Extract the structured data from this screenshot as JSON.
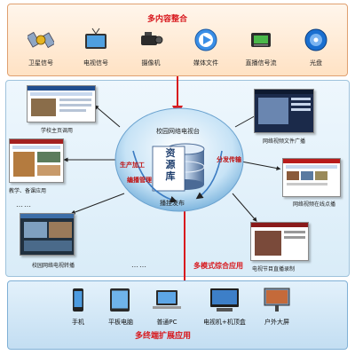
{
  "top": {
    "title": "多内容整合",
    "sources": [
      {
        "label": "卫星信号",
        "icon": "satellite-icon"
      },
      {
        "label": "电视信号",
        "icon": "tv-signal-icon"
      },
      {
        "label": "摄像机",
        "icon": "video-camera-icon"
      },
      {
        "label": "媒体文件",
        "icon": "media-file-icon"
      },
      {
        "label": "直播信号流",
        "icon": "live-stream-icon"
      },
      {
        "label": "光盘",
        "icon": "disc-icon"
      }
    ]
  },
  "center": {
    "platform": "校园网络电视台",
    "storage_chars": [
      "资",
      "源",
      "库"
    ],
    "produce": "生产加工",
    "edit": "编播管理",
    "distribute": "分发传输",
    "monitor_pre": "播控发布",
    "monitor": "播控发布"
  },
  "screens": {
    "tl": "学校主页调用",
    "ml": "教学、备课应用",
    "bl": "校园网络电视转播",
    "tr": "网络视频文件广播",
    "mr": "网络视频在线点播",
    "br": "电视节目直播录制",
    "ellipsis_left": "……",
    "ellipsis_mid": "……"
  },
  "middle_label": "多模式综合应用",
  "bottom": {
    "title": "多终端扩展应用",
    "devices": [
      {
        "label": "手机",
        "icon": "phone-icon"
      },
      {
        "label": "平板电脑",
        "icon": "tablet-icon"
      },
      {
        "label": "普通PC",
        "icon": "laptop-icon"
      },
      {
        "label": "电视机+机顶盒",
        "icon": "tv-stb-icon"
      },
      {
        "label": "户外大屏",
        "icon": "outdoor-screen-icon"
      }
    ]
  },
  "colors": {
    "accent": "#d8191e",
    "blue": "#1f4d8f",
    "orange": "#e0a070"
  }
}
